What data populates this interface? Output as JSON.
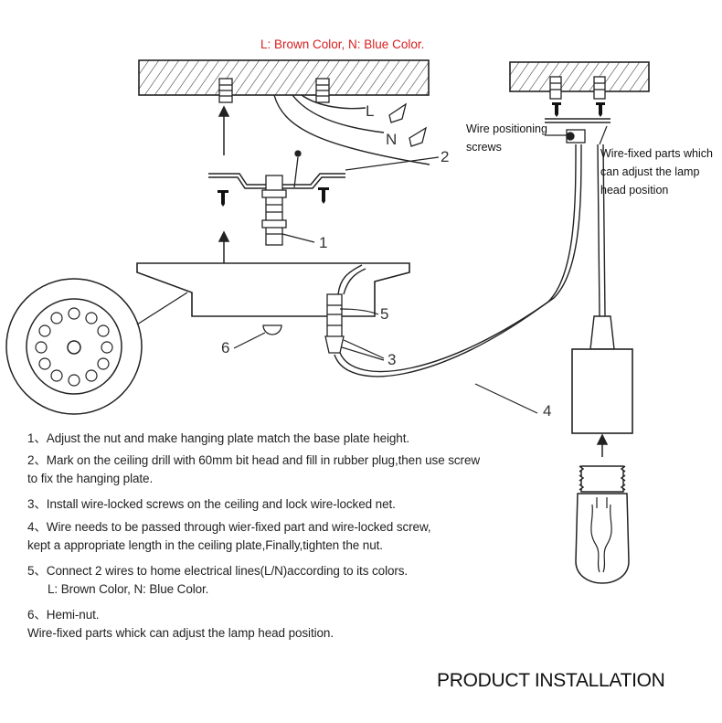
{
  "header": {
    "legend": "L: Brown Color, N: Blue Color."
  },
  "labels": {
    "L": "L",
    "N": "N",
    "n1": "1",
    "n2": "2",
    "n3": "3",
    "n4": "4",
    "n5": "5",
    "n6": "6",
    "wire_positioning_1": "Wire positioning",
    "wire_positioning_2": "screws",
    "wire_fixed_1": "Wire-fixed parts which",
    "wire_fixed_2": "can adjust the lamp",
    "wire_fixed_3": "head position"
  },
  "steps": [
    "1、Adjust the nut and make hanging plate match the base plate height.",
    "2、Mark on the ceiling drill with 60mm bit head and fill in rubber plug,then use screw",
    "to  fix the hanging plate.",
    "3、Install wire-locked screws on the ceiling and lock wire-locked net.",
    "4、Wire needs to be passed through wier-fixed part and wire-locked screw,",
    "kept a appropriate length in the ceiling plate,Finally,tighten the nut.",
    "5、Connect 2 wires to home electrical lines(L/N)according to its colors.",
    "L: Brown Color, N: Blue Color.",
    "6、Hemi-nut.",
    "Wire-fixed parts whick can adjust the lamp head position."
  ],
  "footer": {
    "title": "PRODUCT INSTALLATION"
  },
  "colors": {
    "accent_red": "#d81e1e",
    "line": "#222222"
  }
}
